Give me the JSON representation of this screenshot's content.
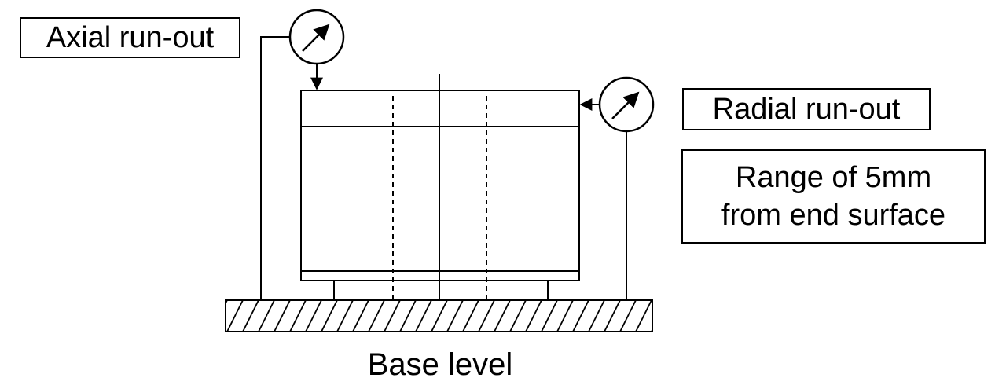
{
  "labels": {
    "axial_runout": "Axial run-out",
    "radial_runout": "Radial run-out",
    "range_line1": "Range of 5mm",
    "range_line2": "from end surface",
    "base_level": "Base level"
  },
  "icons": {
    "dial_gauge": "dial-gauge-icon",
    "base_hatch": "hatched-base"
  },
  "colors": {
    "stroke": "#000000",
    "background": "#ffffff"
  }
}
